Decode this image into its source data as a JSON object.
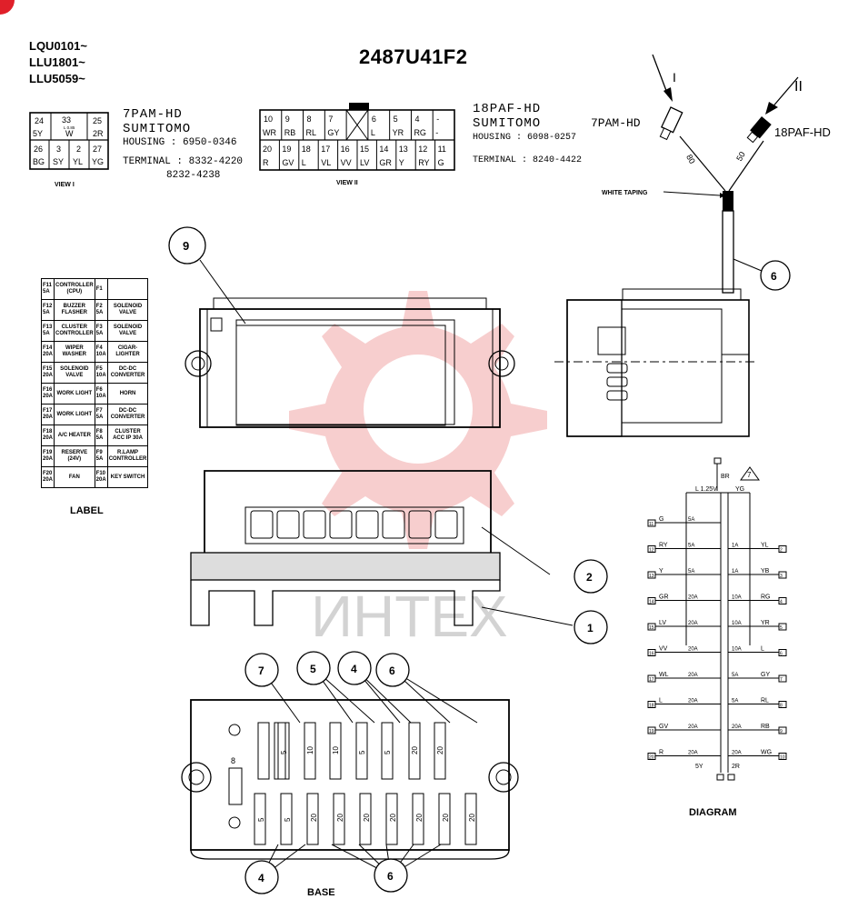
{
  "corner_badge": "",
  "serials": [
    "LQU0101~",
    "LLU1801~",
    "LLU5059~"
  ],
  "title": "2487U41F2",
  "conn7": {
    "name": "7PAM-HD",
    "maker": "SUMITOMO",
    "housing": "HOUSING : 6950-0346",
    "terminal1": "TERMINAL : 8332-4220",
    "terminal2": "8232-4238",
    "view": "VIEW I",
    "top_pins": [
      "24",
      "33",
      "25"
    ],
    "top_colors": [
      "5Y",
      "W",
      "2R"
    ],
    "top_sub": "L 0.85",
    "bot_pins": [
      "26",
      "3",
      "2",
      "27"
    ],
    "bot_colors": [
      "BG",
      "SY",
      "YL",
      "YG"
    ]
  },
  "conn18": {
    "name": "18PAF-HD",
    "maker": "SUMITOMO",
    "housing": "HOUSING : 6098-0257",
    "terminal": "TERMINAL : 8240-4422",
    "view": "VIEW II",
    "top_pins": [
      "10",
      "9",
      "8",
      "7",
      "",
      "6",
      "5",
      "4",
      "-"
    ],
    "top_colors": [
      "WR",
      "RB",
      "RL",
      "GY",
      "",
      "L",
      "YR",
      "RG",
      "-"
    ],
    "bot_pins": [
      "20",
      "19",
      "18",
      "17",
      "16",
      "15",
      "14",
      "13",
      "12",
      "11"
    ],
    "bot_colors": [
      "R",
      "GV",
      "L",
      "VL",
      "VV",
      "LV",
      "GR",
      "Y",
      "RY",
      "G"
    ]
  },
  "harness": {
    "label7": "7PAM-HD",
    "label18": "18PAF-HD",
    "callout_i": "I",
    "callout_ii": "II",
    "len1": "80",
    "len2": "50",
    "taping": "WHITE TAPING",
    "callout": "6"
  },
  "label_table": {
    "caption": "LABEL",
    "rows": [
      [
        "F11 5A",
        "CONTROLLER (CPU)",
        "F1",
        ""
      ],
      [
        "F12 5A",
        "BUZZER FLASHER",
        "F2 5A",
        "SOLENOID VALVE"
      ],
      [
        "F13 5A",
        "CLUSTER CONTROLLER",
        "F3 5A",
        "SOLENOID VALVE"
      ],
      [
        "F14 20A",
        "WIPER WASHER",
        "F4 10A",
        "CIGAR-LIGHTER"
      ],
      [
        "F15 20A",
        "SOLENOID VALVE",
        "F5 10A",
        "DC-DC CONVERTER"
      ],
      [
        "F16 20A",
        "WORK LIGHT",
        "F6 10A",
        "HORN"
      ],
      [
        "F17 20A",
        "WORK LIGHT",
        "F7 5A",
        "DC-DC CONVERTER"
      ],
      [
        "F18 20A",
        "A/C HEATER",
        "F8 5A",
        "CLUSTER ACC IP 30A"
      ],
      [
        "F19 20A",
        "RESERVE (24V)",
        "F9 5A",
        "R.LAMP CONTROLLER"
      ],
      [
        "F20 20A",
        "FAN",
        "F10 20A",
        "KEY SWITCH"
      ]
    ]
  },
  "callouts": {
    "c9": "9",
    "c2": "2",
    "c1": "1",
    "c7": "7",
    "c5": "5",
    "c4top": "4",
    "c6top": "6",
    "c4bot": "4",
    "c6bot": "6"
  },
  "base": {
    "caption": "BASE",
    "top_ratings": [
      "5",
      "10",
      "10",
      "5",
      "5",
      "20",
      "20"
    ],
    "bot_ratings": [
      "5",
      "5",
      "20",
      "20",
      "20",
      "20",
      "20",
      "20",
      "20"
    ],
    "relay": "8"
  },
  "watermark": "ИНТЕХ",
  "circuit": {
    "caption": "DIAGRAM",
    "top_left": "L 1.25V",
    "top_mid": "BR",
    "top_right": "YG",
    "triangle": "7",
    "bottom_left": "5Y",
    "bottom_right": "2R",
    "left_wires": [
      "G",
      "RY",
      "Y",
      "GR",
      "LV",
      "VV",
      "WL",
      "L",
      "GV",
      "R"
    ],
    "left_ratings": [
      "5A",
      "5A",
      "5A",
      "20A",
      "20A",
      "20A",
      "20A",
      "20A",
      "20A",
      "20A"
    ],
    "right_ratings": [
      "",
      "1A",
      "1A",
      "10A",
      "10A",
      "10A",
      "5A",
      "5A",
      "20A",
      "20A"
    ],
    "right_wires": [
      "",
      "YL",
      "YB",
      "RG",
      "YR",
      "L",
      "GY",
      "RL",
      "RB",
      "WG"
    ],
    "left_pins": [
      "11",
      "12",
      "13",
      "14",
      "15",
      "16",
      "17",
      "18",
      "19",
      "20"
    ],
    "right_pins": [
      "",
      "2",
      "3",
      "4",
      "5",
      "6",
      "7",
      "8",
      "9",
      "10"
    ]
  }
}
